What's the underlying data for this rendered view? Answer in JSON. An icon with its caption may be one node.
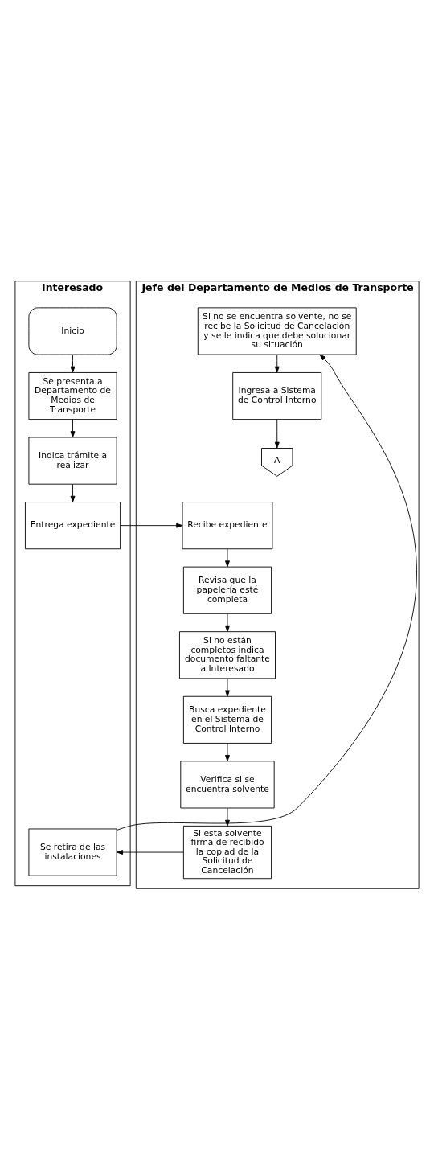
{
  "diagram": {
    "nodes": [
      {
        "text": [
          "Interesado"
        ]
      },
      {
        "text": [
          "Jefe del Departamento de Medios de Transporte"
        ]
      },
      {
        "text": [
          "Inicio"
        ],
        "in": 0
      },
      {
        "text": [
          "Se presenta a Departamento de Medios de Transporte"
        ],
        "in": 0
      },
      {
        "text": [
          "Indica trámite a realizar"
        ],
        "in": 0
      },
      {
        "text": [
          "Entrega expediente"
        ],
        "in": 0
      },
      {
        "text": [
          "Se retira de las instalaciones"
        ],
        "in": 0
      },
      {
        "text": [
          "Recibe expediente"
        ],
        "in": 1
      },
      {
        "text": [
          "Revisa que la papelería esté completa"
        ],
        "in": 1
      },
      {
        "text": [
          "Si no están completos indica documento faltante a Interesado"
        ],
        "in": 1
      },
      {
        "text": [
          "Busca expediente en el Sistema de Control Interno"
        ],
        "in": 1
      },
      {
        "text": [
          "Verifica si se encuentra solvente"
        ],
        "in": 1
      },
      {
        "text": [
          "Si esta solvente firma de recibido la copiad de la Solicitud de Cancelación"
        ],
        "in": 1
      },
      {
        "text": [
          "Si no se encuentra solvente, no se recibe la Solicitud de Cancelación y se le indica que debe solucionar su situación"
        ],
        "in": 1
      },
      {
        "text": [
          "Ingresa a Sistema de Control Interno"
        ],
        "in": 1
      },
      {
        "text": [
          "A"
        ],
        "in": 1
      }
    ],
    "edges": [
      {
        "from": 2,
        "to": 3,
        "arrow": "to"
      },
      {
        "from": 3,
        "to": 4,
        "arrow": "to"
      },
      {
        "from": 4,
        "to": 5,
        "arrow": "to"
      },
      {
        "from": 5,
        "to": 7,
        "arrow": "to"
      },
      {
        "from": 7,
        "to": 8,
        "arrow": "to"
      },
      {
        "from": 8,
        "to": 9,
        "arrow": "to"
      },
      {
        "from": 9,
        "to": 10,
        "arrow": "to"
      },
      {
        "from": 10,
        "to": 11,
        "arrow": "to"
      },
      {
        "from": 11,
        "to": 12,
        "arrow": "to"
      },
      {
        "from": 12,
        "to": 6,
        "arrow": "to"
      },
      {
        "from": 6,
        "to": 13,
        "arrow": "to"
      },
      {
        "from": 13,
        "to": 14,
        "arrow": "to"
      },
      {
        "from": 14,
        "to": 15,
        "arrow": "to"
      }
    ]
  }
}
